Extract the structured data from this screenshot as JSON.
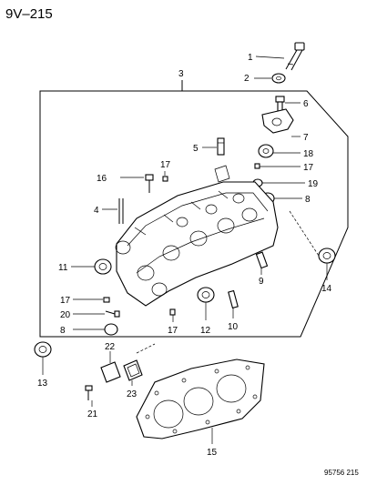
{
  "header": {
    "code": "9V–215"
  },
  "footer": {
    "ref": "95756 215"
  },
  "callouts": {
    "c1": "1",
    "c2": "2",
    "c3": "3",
    "c4": "4",
    "c5": "5",
    "c6": "6",
    "c7": "7",
    "c8a": "8",
    "c8b": "8",
    "c9": "9",
    "c10": "10",
    "c11": "11",
    "c12": "12",
    "c13": "13",
    "c14": "14",
    "c15": "15",
    "c16": "16",
    "c17a": "17",
    "c17b": "17",
    "c17c": "17",
    "c17d": "17",
    "c18": "18",
    "c19": "19",
    "c20": "20",
    "c21": "21",
    "c22": "22",
    "c23": "23"
  }
}
